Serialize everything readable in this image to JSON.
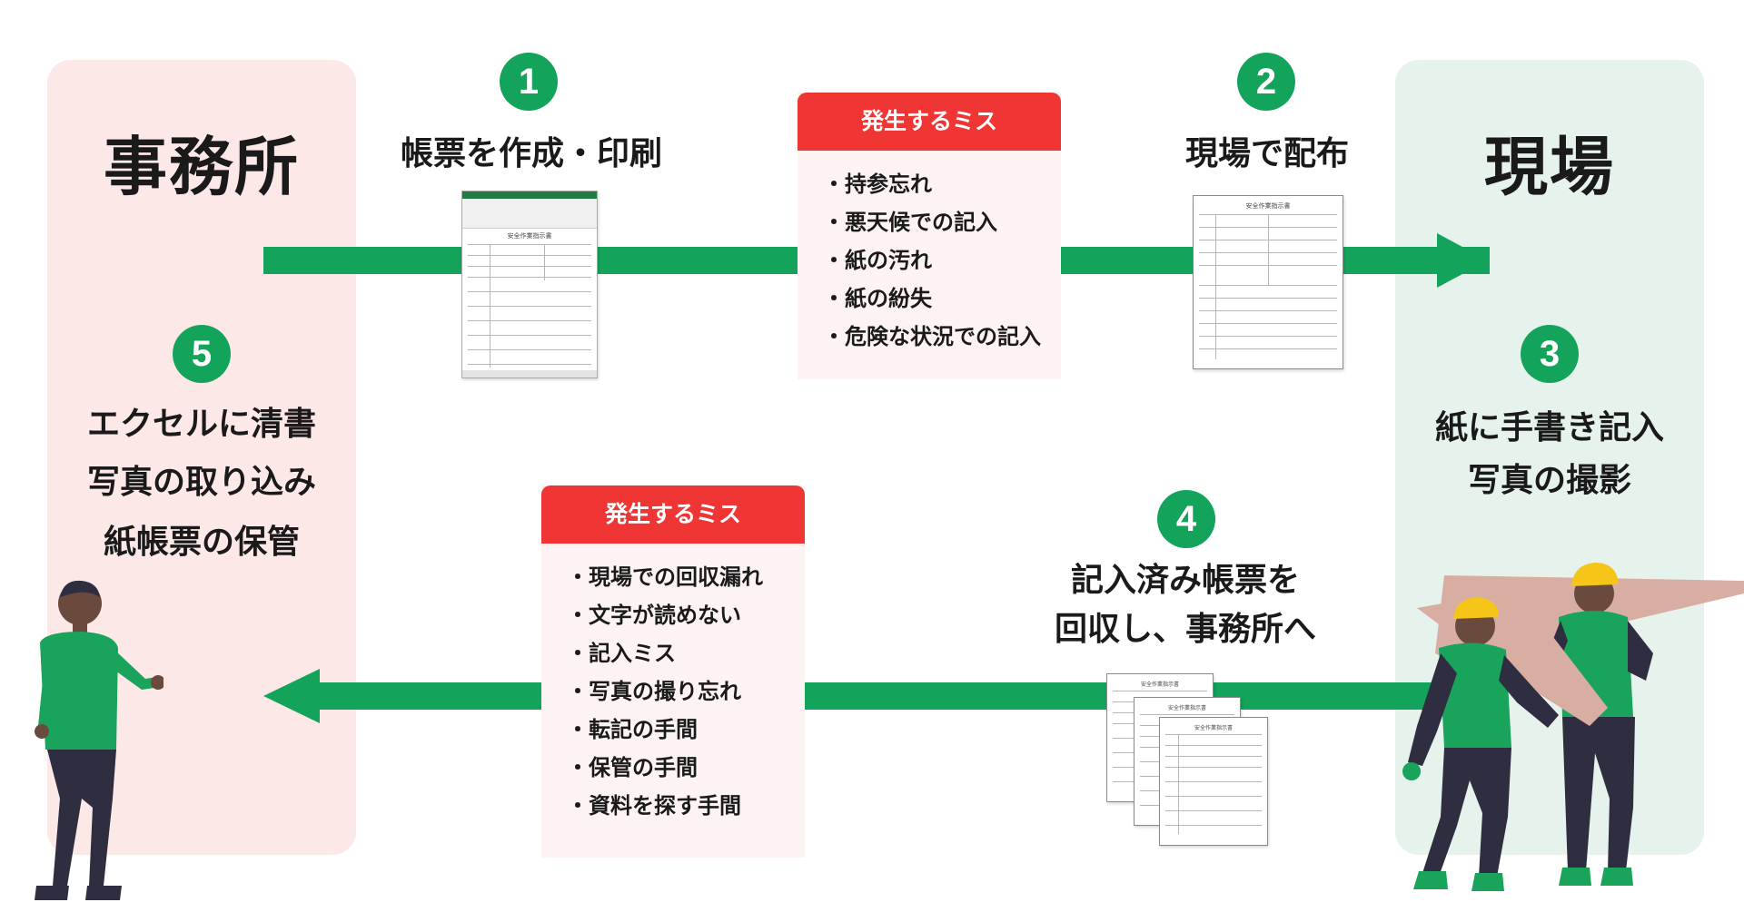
{
  "office": {
    "title": "事務所",
    "step5": {
      "number": "5",
      "lines": [
        "エクセルに清書",
        "写真の取り込み",
        "紙帳票の保管"
      ]
    }
  },
  "site": {
    "title": "現場",
    "step3": {
      "number": "3",
      "lines": [
        "紙に手書き記入",
        "写真の撮影"
      ]
    }
  },
  "step1": {
    "number": "1",
    "label": "帳票を作成・印刷"
  },
  "step2": {
    "number": "2",
    "label": "現場で配布"
  },
  "step4": {
    "number": "4",
    "lines": [
      "記入済み帳票を",
      "回収し、事務所へ"
    ]
  },
  "miss_top": {
    "header": "発生するミス",
    "items": [
      "・持参忘れ",
      "・悪天候での記入",
      "・紙の汚れ",
      "・紙の紛失",
      "・危険な状況での記入"
    ]
  },
  "miss_bottom": {
    "header": "発生するミス",
    "items": [
      "・現場での回収漏れ",
      "・文字が読めない",
      "・記入ミス",
      "・写真の撮り忘れ",
      "・転記の手間",
      "・保管の手間",
      "・資料を探す手間"
    ]
  },
  "colors": {
    "green": "#14a35a",
    "red": "#f03535",
    "office_bg": "#fde8e8",
    "site_bg": "#e6f3ec",
    "miss_bg": "#fdf3f3",
    "worker_vest": "#1aa35a",
    "worker_pants": "#2f2e41",
    "helmet": "#f5c518",
    "skin": "#6b4a3e",
    "plank": "#d9aea2"
  },
  "icons": {
    "excel_sheet": "excel-sheet-icon",
    "paper_form": "paper-form-icon",
    "paper_stack": "paper-stack-icon",
    "office_worker": "office-worker-illustration",
    "site_workers": "construction-workers-illustration"
  }
}
